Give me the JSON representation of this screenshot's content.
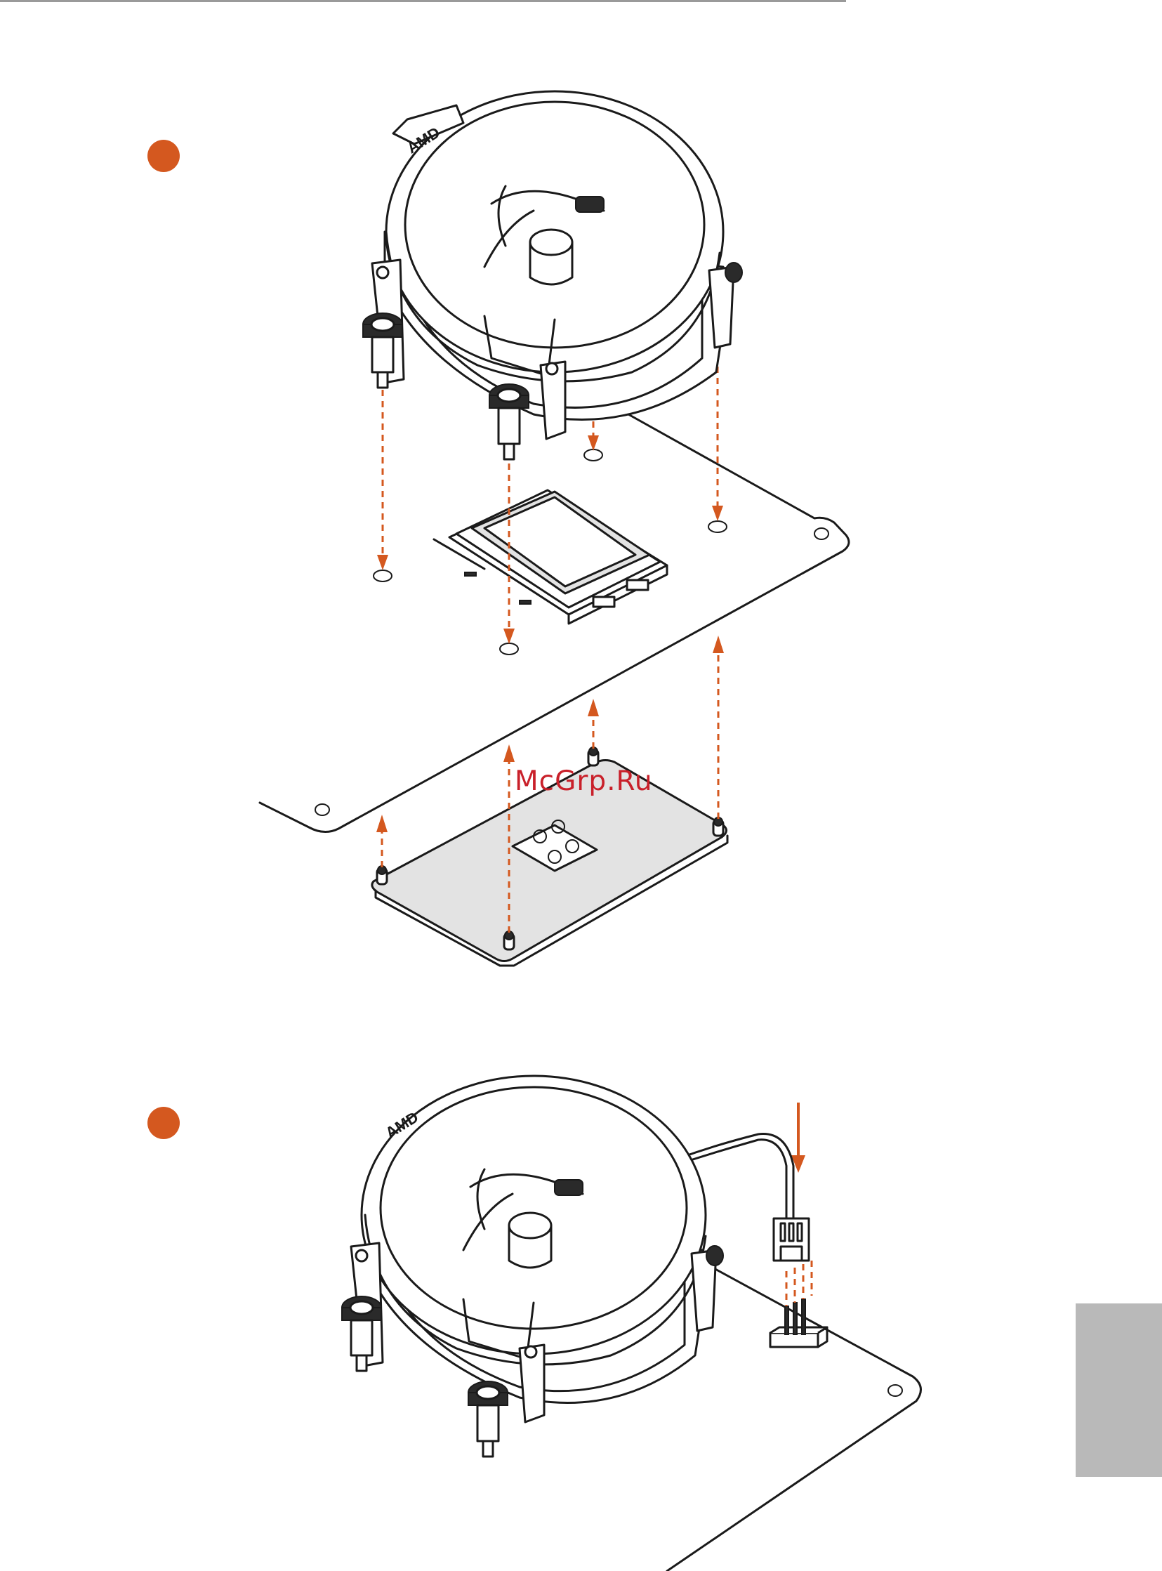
{
  "page": {
    "accent_color": "#d4581f",
    "watermark": "McGrp.Ru",
    "side_tab_color": "#b9b9b9"
  },
  "steps": [
    {
      "label": "",
      "diagram": "cpu-cooler-mounting",
      "brand_mark": "AMD"
    },
    {
      "label": "",
      "diagram": "cpu-fan-cable-connection",
      "brand_mark": "AMD"
    }
  ]
}
